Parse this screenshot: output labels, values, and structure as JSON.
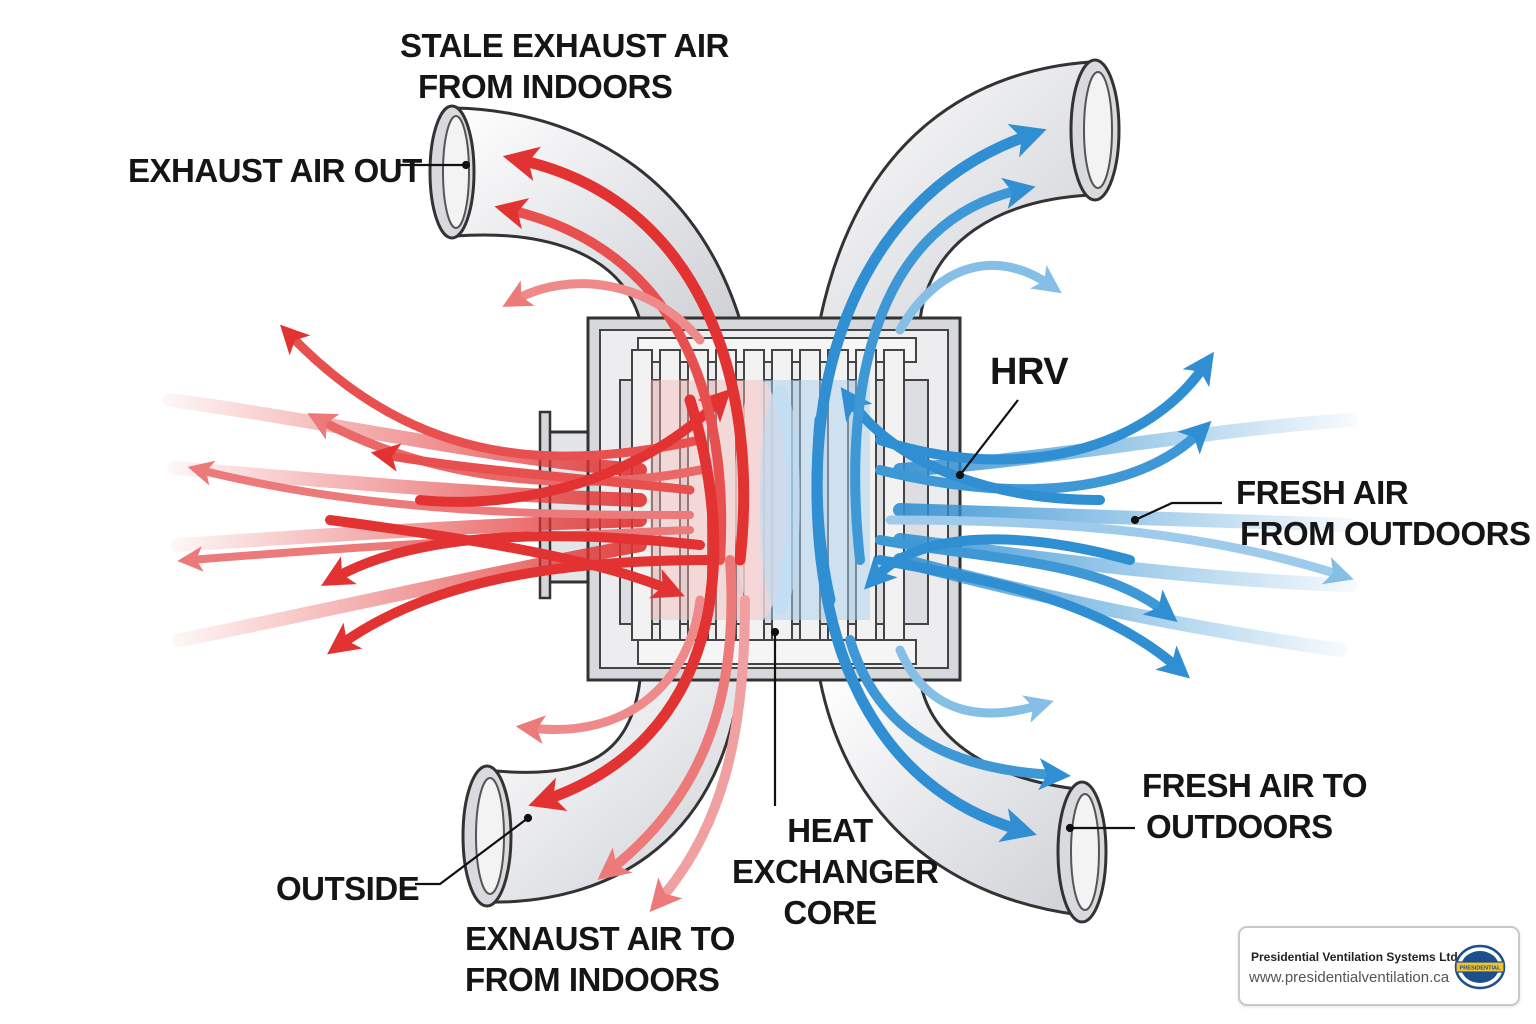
{
  "labels": {
    "stale_exhaust": [
      "STALE EXHAUST AIR",
      "FROM INDOORS"
    ],
    "exhaust_out": "EXHAUST AIR OUT",
    "hrv": "HRV",
    "fresh_from_outdoors": [
      "FRESH AIR",
      "FROM OUTDOORS"
    ],
    "fresh_to_outdoors": [
      "FRESH AIR TO",
      "OUTDOORS"
    ],
    "heat_exchanger_core": [
      "HEAT",
      "EXCHANGER",
      "CORE"
    ],
    "outside": "OUTSIDE",
    "exnaust_air": [
      "EXNAUST AIR TO",
      "FROM INDOORS"
    ]
  },
  "logo": {
    "company": "Presidential Ventilation Systems Ltd.",
    "url": "www.presidentialventilation.ca",
    "seal_text": "PRESIDENTIAL",
    "icon": "presidential-seal-icon"
  },
  "colors": {
    "warm_air": "#e23232",
    "cool_air": "#2f8fd2",
    "duct": "#e9eaec",
    "outline": "#333333"
  }
}
